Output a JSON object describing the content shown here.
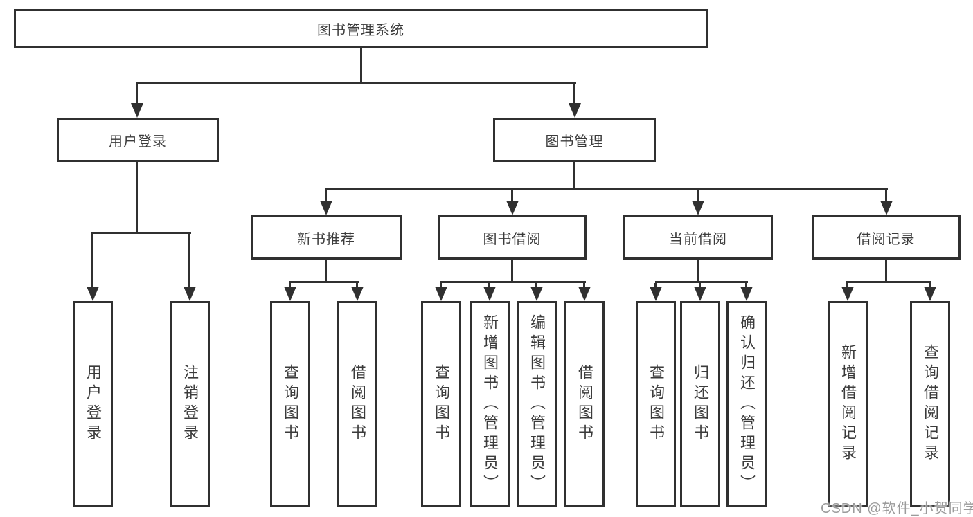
{
  "diagram": {
    "root": {
      "label": "图书管理系统"
    },
    "branches": {
      "user_login": {
        "label": "用户登录",
        "leaves": [
          "用户登录",
          "注销登录"
        ]
      },
      "book_mgmt": {
        "label": "图书管理"
      },
      "new_book": {
        "label": "新书推荐",
        "leaves": [
          "查询图书",
          "借阅图书"
        ]
      },
      "book_borrow": {
        "label": "图书借阅",
        "leaves": [
          "查询图书",
          "新增图书（管理员）",
          "编辑图书（管理员）",
          "借阅图书"
        ]
      },
      "current_borrow": {
        "label": "当前借阅",
        "leaves": [
          "查询图书",
          "归还图书",
          "确认归还（管理员）"
        ]
      },
      "borrow_records": {
        "label": "借阅记录",
        "leaves": [
          "新增借阅记录",
          "查询借阅记录"
        ]
      }
    },
    "watermark": "CSDN @软件_小贺同学",
    "colors": {
      "line": "#303030",
      "text": "#3b3b3b",
      "watermark": "#9b9b9b",
      "background": "#ffffff"
    }
  }
}
